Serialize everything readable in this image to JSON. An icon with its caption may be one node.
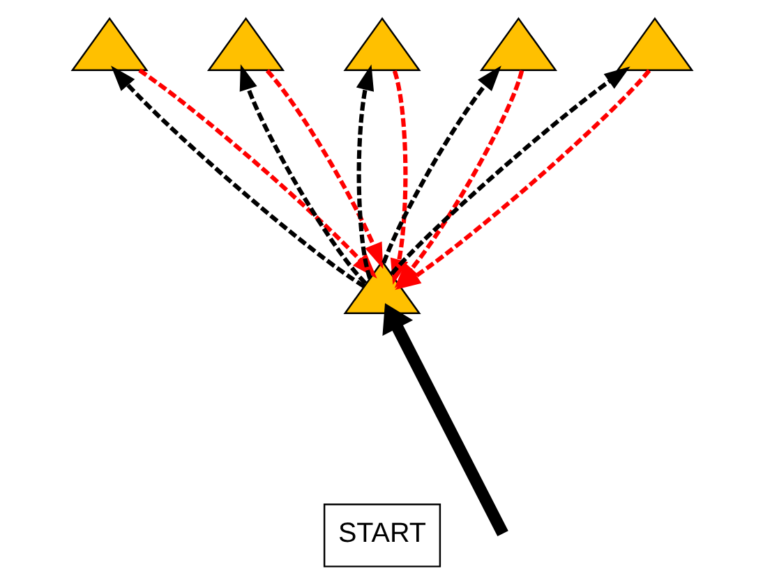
{
  "diagram": {
    "nodes": [
      {
        "text": [],
        "shape": "triangle"
      },
      {
        "text": [],
        "shape": "triangle"
      },
      {
        "text": [],
        "shape": "triangle"
      },
      {
        "text": [],
        "shape": "triangle"
      },
      {
        "text": [],
        "shape": "triangle"
      },
      {
        "text": [],
        "shape": "triangle"
      },
      {
        "text": [
          "START"
        ]
      }
    ],
    "edges": [
      {
        "from": 5,
        "to": 0,
        "arrow": "to",
        "style": "dashed"
      },
      {
        "from": 0,
        "to": 5,
        "arrow": "to",
        "style": "dashed",
        "color": "#ff0000"
      },
      {
        "from": 5,
        "to": 1,
        "arrow": "to",
        "style": "dashed"
      },
      {
        "from": 1,
        "to": 5,
        "arrow": "to",
        "style": "dashed",
        "color": "#ff0000"
      },
      {
        "from": 5,
        "to": 2,
        "arrow": "to",
        "style": "dashed"
      },
      {
        "from": 2,
        "to": 5,
        "arrow": "to",
        "style": "dashed",
        "color": "#ff0000"
      },
      {
        "from": 5,
        "to": 3,
        "arrow": "to",
        "style": "dashed"
      },
      {
        "from": 3,
        "to": 5,
        "arrow": "to",
        "style": "dashed",
        "color": "#ff0000"
      },
      {
        "from": 5,
        "to": 4,
        "arrow": "to",
        "style": "dashed"
      },
      {
        "from": 4,
        "to": 5,
        "arrow": "to",
        "style": "dashed",
        "color": "#ff0000"
      },
      {
        "from": null,
        "to": 5,
        "arrow": "to",
        "style": "thick"
      }
    ]
  }
}
